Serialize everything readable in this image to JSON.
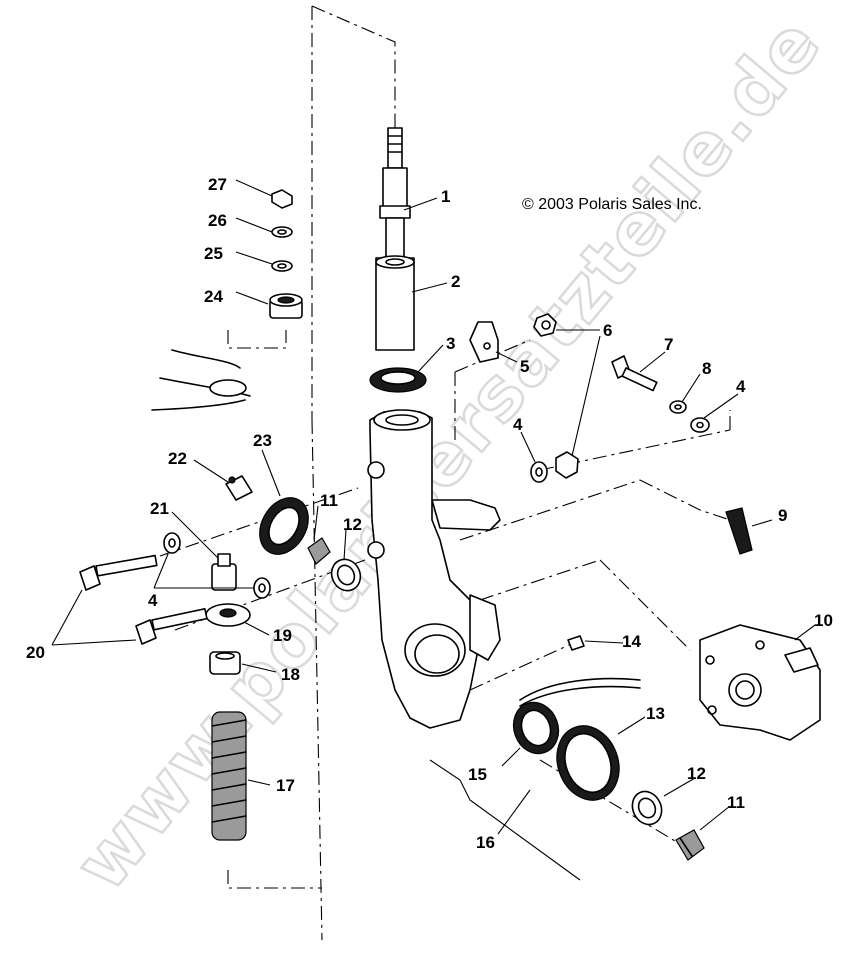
{
  "copyright": "© 2003 Polaris Sales Inc.",
  "watermark": "www.polarisersatzteile.de",
  "callouts": {
    "c1": "1",
    "c2": "2",
    "c3": "3",
    "c4a": "4",
    "c4b": "4",
    "c4c": "4",
    "c5": "5",
    "c6": "6",
    "c7": "7",
    "c8": "8",
    "c9": "9",
    "c10": "10",
    "c11a": "11",
    "c11b": "11",
    "c12a": "12",
    "c12b": "12",
    "c13": "13",
    "c14": "14",
    "c15": "15",
    "c16": "16",
    "c17": "17",
    "c18": "18",
    "c19": "19",
    "c20": "20",
    "c21": "21",
    "c22": "22",
    "c23": "23",
    "c24": "24",
    "c25": "25",
    "c26": "26",
    "c27": "27"
  }
}
